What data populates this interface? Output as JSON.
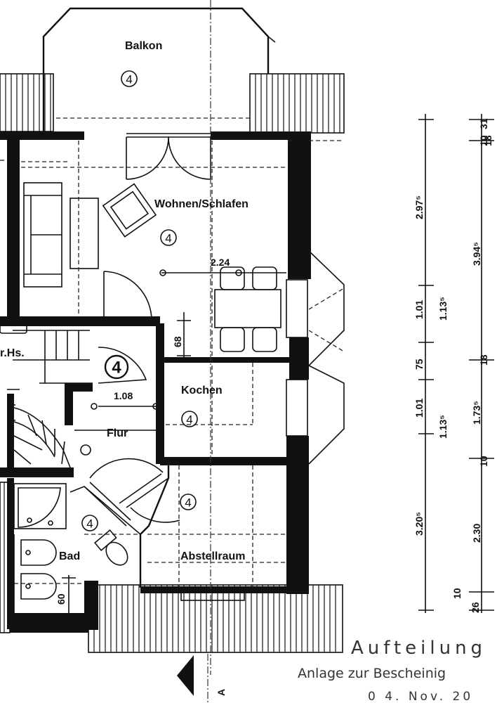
{
  "rooms": {
    "balkon": "Balkon",
    "wohnen": "Wohnen/Schlafen",
    "kochen": "Kochen",
    "flur": "Flur",
    "bad": "Bad",
    "abstellraum": "Abstellraum",
    "treppenhaus": "r.Hs."
  },
  "markers": {
    "balkon": "4",
    "wohnen": "4",
    "kochen": "4",
    "flur_main": "4",
    "bad": "4",
    "abstellraum": "4"
  },
  "dimensions": {
    "table_width": "2.24",
    "wall_68": "68",
    "flur_108": "1.08",
    "bad_60": "60",
    "col1": [
      "2.97⁵",
      "1.01",
      "75",
      "1.01",
      "3.20⁵",
      "10"
    ],
    "col2": [
      "3.94⁵",
      "1.13⁵",
      "1.13⁵",
      "1.73⁵",
      "2.30",
      "26"
    ],
    "col3_small": [
      "31",
      "10",
      "18",
      "10",
      "18"
    ]
  },
  "footer": {
    "title": "Aufteilung",
    "subtitle": "Anlage zur Bescheinig",
    "date": "0 4. Nov. 20",
    "section_marker": "A"
  }
}
